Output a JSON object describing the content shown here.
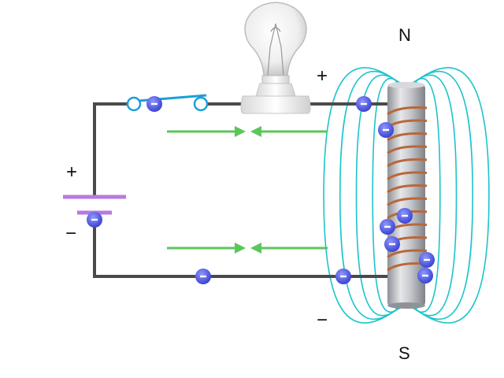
{
  "labels": {
    "battery_plus": "+",
    "battery_minus": "−",
    "coil_top_sign": "+",
    "coil_bottom_sign": "−",
    "north_pole": "N",
    "south_pole": "S"
  },
  "electron_symbol": "−",
  "colors": {
    "wire": "#4a4a4a",
    "electron": "#4a56e0",
    "field_lines": "#1cc4cc",
    "arrows": "#5cc65c",
    "battery_plate": "#b77ae0",
    "switch": "#1b9fd8",
    "copper_coil": "#b8683a",
    "core": "#b9bcc2"
  },
  "components": {
    "bulb": "light-bulb",
    "switch": "open-switch",
    "battery": "battery",
    "electromagnet": "coil-on-iron-core"
  },
  "electron_count": 11,
  "field_line_loops_per_side": 5
}
